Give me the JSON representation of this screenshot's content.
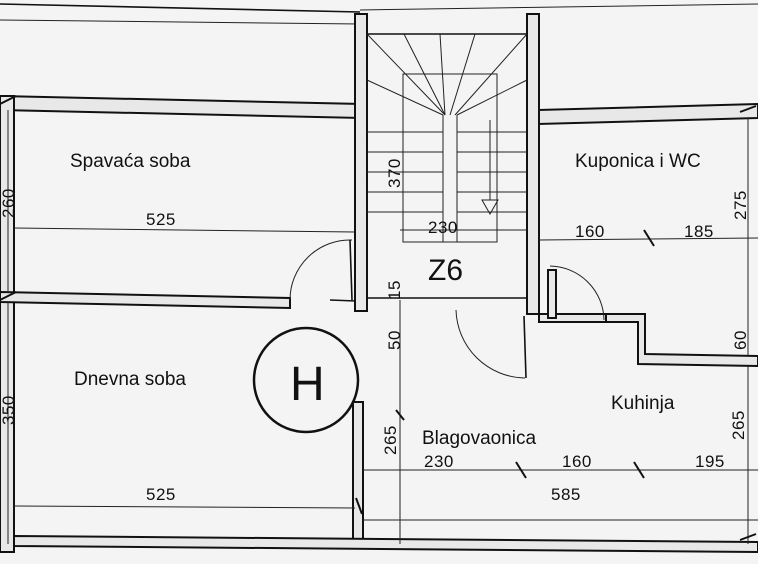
{
  "rooms": {
    "bedroom": "Spavaća soba",
    "bathroom": "Kuponica i WC",
    "living": "Dnevna soba",
    "kitchen": "Kuhinja",
    "dining": "Blagovaonica"
  },
  "stair_tag": "Z6",
  "floor_mark": "H",
  "dimensions": {
    "bedroom_width": "525",
    "bedroom_height": "260",
    "stair_length": "370",
    "stair_width": "230",
    "landing_15": "15",
    "landing_50": "50",
    "bath_width": "160",
    "bath_right": "185",
    "bath_height": "275",
    "kitchen_step": "60",
    "living_width": "525",
    "living_height": "350",
    "dining_height": "265",
    "kitchen_height": "265",
    "dining_a": "230",
    "dining_b": "160",
    "dining_c": "195",
    "dining_total": "585"
  }
}
